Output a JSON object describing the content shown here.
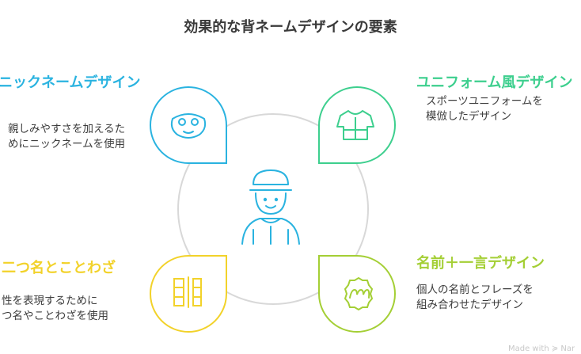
{
  "title": "効果的な背ネームデザインの要素",
  "quadrants": [
    {
      "heading": "ニックネームデザイン",
      "description": "親しみやすさを加えるた\nめにニックネームを使用",
      "color": "#2ab3e0",
      "icon": "smiling-mask-icon"
    },
    {
      "heading": "ユニフォーム風デザイン",
      "description": "スポーツユニフォームを\n模倣したデザイン",
      "color": "#3dcf8e",
      "icon": "jersey-icon"
    },
    {
      "heading": "二つ名とことわざ",
      "description": "性を表現するために\nつ名やことわざを使用",
      "color": "#f2d22a",
      "icon": "kanji-glyph-icon"
    },
    {
      "heading": "名前＋一言デザイン",
      "description": "個人の名前とフレーズを\n組み合わせたデザイン",
      "color": "#a4cf35",
      "icon": "badge-letter-icon"
    }
  ],
  "center_icon": "person-in-jersey-icon",
  "credit": "Made with ≽ Nar"
}
